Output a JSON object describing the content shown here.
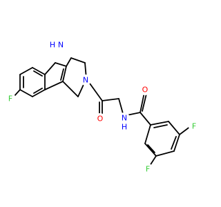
{
  "atoms": [
    {
      "id": "N_indole",
      "label": "N",
      "color": "#0000FF"
    },
    {
      "id": "H_indole",
      "label": "H",
      "color": "#0000FF"
    },
    {
      "id": "N_ring",
      "label": "N",
      "color": "#0000FF"
    },
    {
      "id": "O_carbonyl1",
      "label": "O",
      "color": "#FF0000"
    },
    {
      "id": "N_amide",
      "label": "N",
      "color": "#0000FF"
    },
    {
      "id": "H_amide",
      "label": "H",
      "color": "#0000FF"
    },
    {
      "id": "O_carbonyl2",
      "label": "O",
      "color": "#FF0000"
    },
    {
      "id": "F_indole",
      "label": "F",
      "color": "#33CC33"
    },
    {
      "id": "F_aryl_top",
      "label": "F",
      "color": "#33CC33"
    },
    {
      "id": "F_aryl_bottom",
      "label": "F",
      "color": "#33CC33"
    }
  ]
}
